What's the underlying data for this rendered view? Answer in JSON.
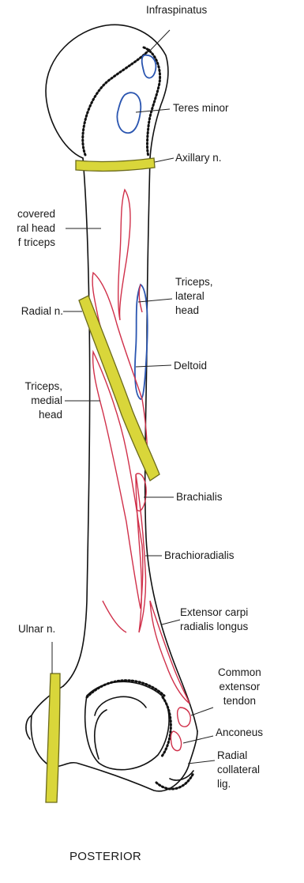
{
  "labels": {
    "infraspinatus": "Infraspinatus",
    "teres_minor": "Teres minor",
    "axillary_n": "Axillary n.",
    "uncovered_lateral_head": "covered\nral head\nf triceps",
    "radial_n": "Radial n.",
    "triceps_lateral_head": "Triceps,\nlateral\nhead",
    "deltoid": "Deltoid",
    "triceps_medial_head": "Triceps,\nmedial\nhead",
    "brachialis": "Brachialis",
    "brachioradialis": "Brachioradialis",
    "ulnar_n": "Ulnar n.",
    "ecrl": "Extensor carpi\nradialis longus",
    "common_extensor_tendon": "Common\nextensor\ntendon",
    "anconeus": "Anconeus",
    "radial_collateral_lig": "Radial\ncollateral\nlig."
  },
  "caption": "POSTERIOR",
  "colors": {
    "outline": "#111111",
    "muscle_origin": "#d0304a",
    "muscle_insertion": "#2a55b0",
    "nerve_fill": "#d9d63a",
    "nerve_stroke": "#6b6a1a"
  }
}
